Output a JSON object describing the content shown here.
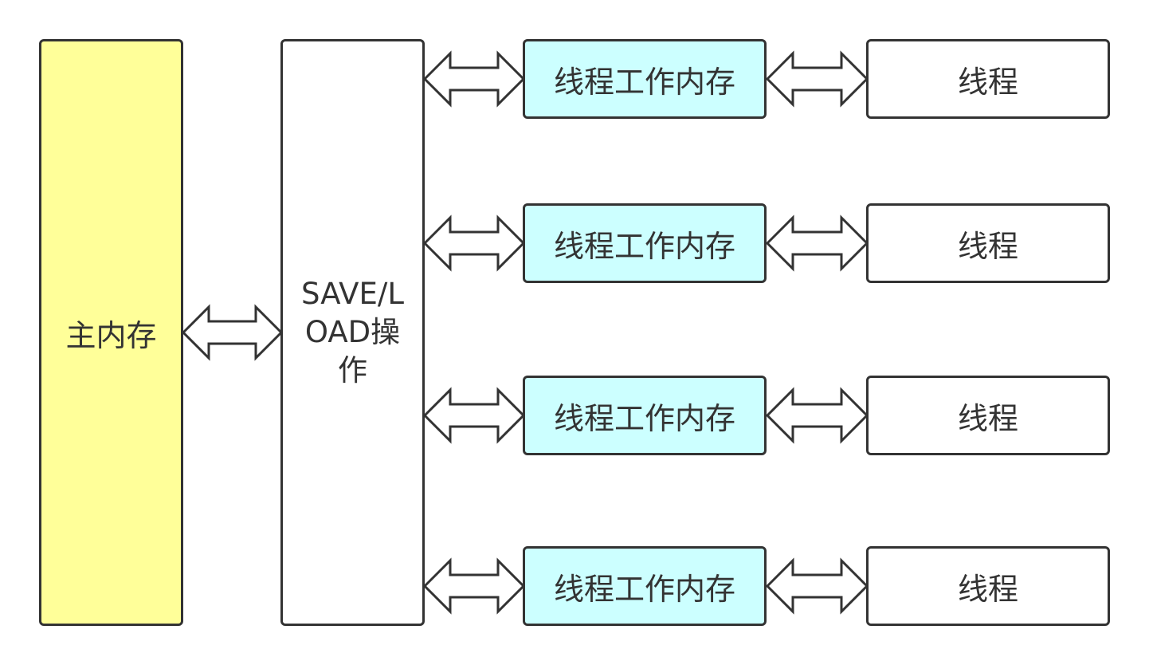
{
  "main_memory": {
    "label": "主内存",
    "color": "#ffff99"
  },
  "save_load": {
    "label": "SAVE/LOAD操作",
    "color": "#ffffff"
  },
  "rows": [
    {
      "work_memory": "线程工作内存",
      "thread": "线程"
    },
    {
      "work_memory": "线程工作内存",
      "thread": "线程"
    },
    {
      "work_memory": "线程工作内存",
      "thread": "线程"
    },
    {
      "work_memory": "线程工作内存",
      "thread": "线程"
    }
  ],
  "colors": {
    "work_memory_fill": "#ccffff",
    "stroke": "#333333"
  }
}
